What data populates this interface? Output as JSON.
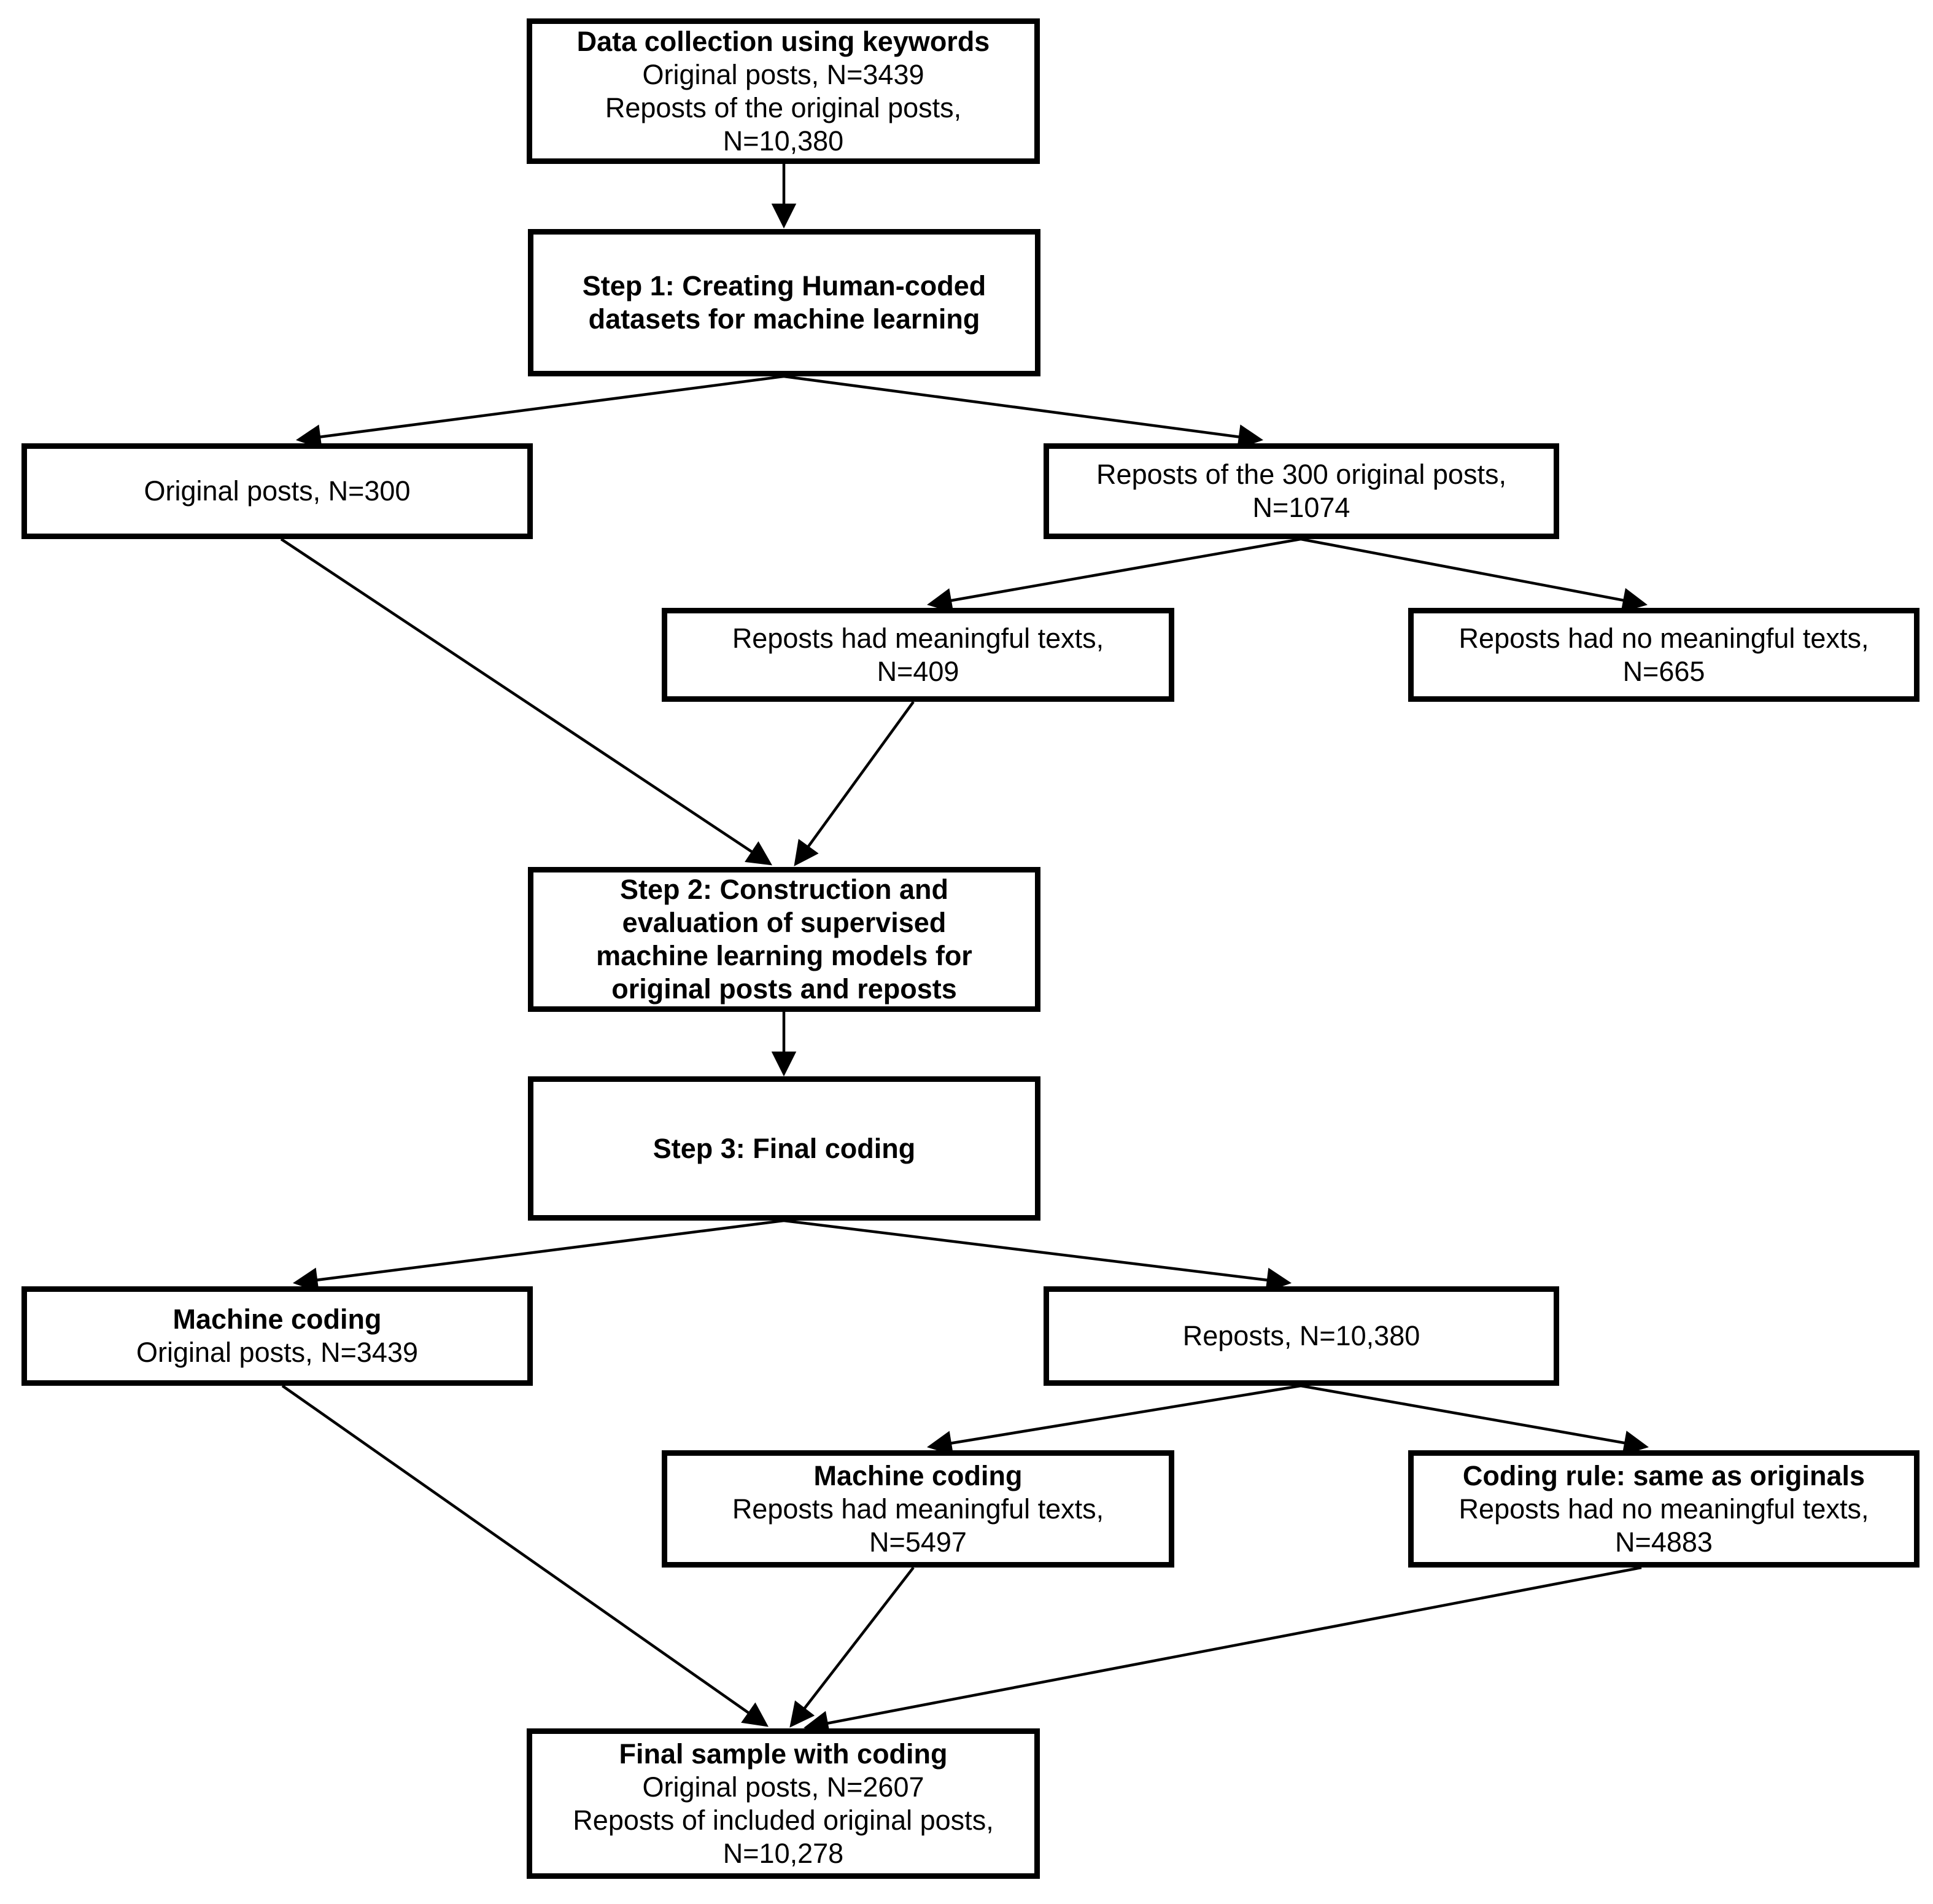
{
  "colors": {
    "background": "#ffffff",
    "box_fill": "#ffffff",
    "box_border": "#000000",
    "arrow": "#000000",
    "text": "#000000"
  },
  "nodes": {
    "data_collection": {
      "lines": [
        "Data collection using keywords",
        "Original posts, N=3439",
        "Reposts of the original posts,",
        "N=10,380"
      ]
    },
    "step1": {
      "lines": [
        "Step 1: Creating Human-coded",
        "datasets for machine learning"
      ]
    },
    "original_300": {
      "lines": [
        "Original posts, N=300"
      ]
    },
    "reposts_1074": {
      "lines": [
        "Reposts of the 300 original posts,",
        "N=1074"
      ]
    },
    "meaningful_409": {
      "lines": [
        "Reposts had meaningful texts,",
        "N=409"
      ]
    },
    "no_meaningful_665": {
      "lines": [
        "Reposts had no meaningful texts,",
        "N=665"
      ]
    },
    "step2": {
      "lines": [
        "Step 2: Construction and",
        "evaluation of supervised",
        "machine learning models for",
        "original posts and reposts"
      ]
    },
    "step3": {
      "lines": [
        "Step 3: Final coding"
      ]
    },
    "machine_coding_originals": {
      "lines": [
        "Machine coding",
        "Original posts, N=3439"
      ]
    },
    "reposts_10380": {
      "lines": [
        "Reposts, N=10,380"
      ]
    },
    "machine_coding_reposts": {
      "lines": [
        "Machine coding",
        "Reposts had meaningful texts,",
        "N=5497"
      ]
    },
    "coding_rule": {
      "lines": [
        "Coding rule: same as originals",
        "Reposts had no meaningful texts,",
        "N=4883"
      ]
    },
    "final_sample": {
      "lines": [
        "Final sample with coding",
        "Original posts, N=2607",
        "Reposts of included original posts,",
        "N=10,278"
      ]
    }
  },
  "edges": [
    {
      "from": "data_collection",
      "to": "step1"
    },
    {
      "from": "step1",
      "to": "original_300"
    },
    {
      "from": "step1",
      "to": "reposts_1074"
    },
    {
      "from": "reposts_1074",
      "to": "meaningful_409"
    },
    {
      "from": "reposts_1074",
      "to": "no_meaningful_665"
    },
    {
      "from": "original_300",
      "to": "step2"
    },
    {
      "from": "meaningful_409",
      "to": "step2"
    },
    {
      "from": "step2",
      "to": "step3"
    },
    {
      "from": "step3",
      "to": "machine_coding_originals"
    },
    {
      "from": "step3",
      "to": "reposts_10380"
    },
    {
      "from": "reposts_10380",
      "to": "machine_coding_reposts"
    },
    {
      "from": "reposts_10380",
      "to": "coding_rule"
    },
    {
      "from": "machine_coding_originals",
      "to": "final_sample"
    },
    {
      "from": "machine_coding_reposts",
      "to": "final_sample"
    },
    {
      "from": "coding_rule",
      "to": "final_sample"
    }
  ]
}
